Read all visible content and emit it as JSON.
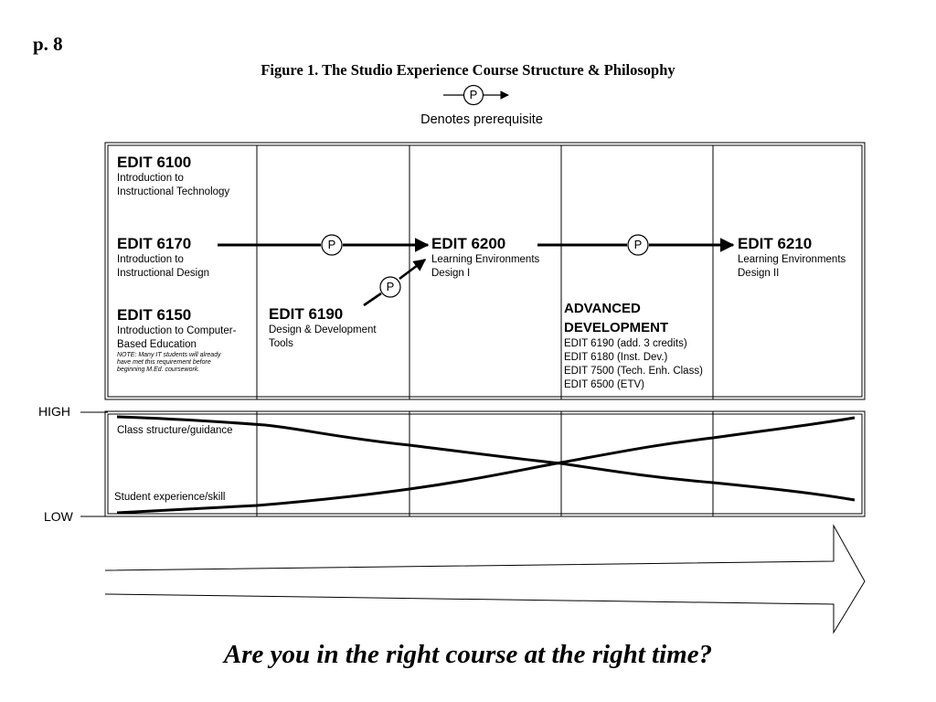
{
  "page_number": "p. 8",
  "figure_title": "Figure 1. The Studio Experience Course Structure & Philosophy",
  "legend": {
    "symbol": "P",
    "text": "Denotes prerequisite"
  },
  "prereq_symbol": "P",
  "courses": {
    "edit6100": {
      "code": "EDIT 6100",
      "name_line1": "Introduction to",
      "name_line2": "Instructional Technology"
    },
    "edit6170": {
      "code": "EDIT 6170",
      "name_line1": "Introduction to",
      "name_line2": "Instructional Design"
    },
    "edit6150": {
      "code": "EDIT 6150",
      "name_line1": "Introduction to Computer-",
      "name_line2": "Based Education",
      "note_line1": "NOTE: Many IT students will already",
      "note_line2": "have met this requirement before",
      "note_line3": "beginning M.Ed. coursework."
    },
    "edit6190": {
      "code": "EDIT 6190",
      "name_line1": "Design & Development",
      "name_line2": "Tools"
    },
    "edit6200": {
      "code": "EDIT 6200",
      "name_line1": "Learning Environments",
      "name_line2": "Design I"
    },
    "edit6210": {
      "code": "EDIT 6210",
      "name_line1": "Learning Environments",
      "name_line2": "Design II"
    }
  },
  "advanced": {
    "title_line1": "ADVANCED",
    "title_line2": "DEVELOPMENT",
    "items": [
      "EDIT 6190 (add. 3 credits)",
      "EDIT 6180 (Inst. Dev.)",
      "EDIT 7500 (Tech. Enh. Class)",
      "EDIT 6500 (ETV)"
    ]
  },
  "graph": {
    "high_label": "HIGH",
    "low_label": "LOW",
    "curve_structure_label": "Class structure/guidance",
    "curve_experience_label": "Student experience/skill"
  },
  "question": "Are you in the right course at the right time?"
}
